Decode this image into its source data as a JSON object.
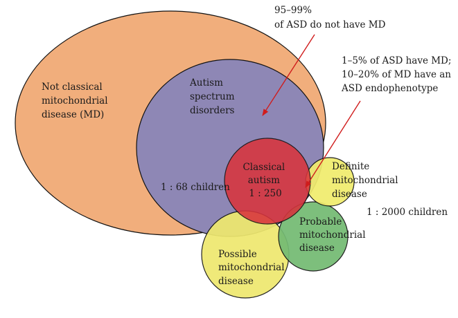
{
  "colors": {
    "not_classical": "#f1ae7c",
    "asd": "#8e87b5",
    "classical_autism": "#d9343d",
    "definite": "#f1ec6d",
    "probable": "#74bb73",
    "possible": "#eee86f",
    "arrow": "#d01c1c",
    "outline": "#111111"
  },
  "regions": {
    "not_classical_md": [
      "Not classical",
      "mitochondrial",
      "disease (MD)"
    ],
    "asd": [
      "Autism",
      "spectrum",
      "disorders"
    ],
    "asd_count": "1 : 68 children",
    "classical_autism": [
      "Classical",
      "autism",
      "1 : 250"
    ],
    "definite_md": [
      "Definite",
      "mitochondrial",
      "disease"
    ],
    "md_count": "1 : 2000 children",
    "probable_md": [
      "Probable",
      "mitochondrial",
      "disease"
    ],
    "possible_md": [
      "Possible",
      "mitochondrial",
      "disease"
    ]
  },
  "annotations": {
    "asd_without_md": [
      "95–99%",
      "of ASD do not have MD"
    ],
    "asd_with_md": [
      "1–5% of ASD have MD;",
      "10–20% of MD have an",
      "ASD endophenotype"
    ]
  }
}
